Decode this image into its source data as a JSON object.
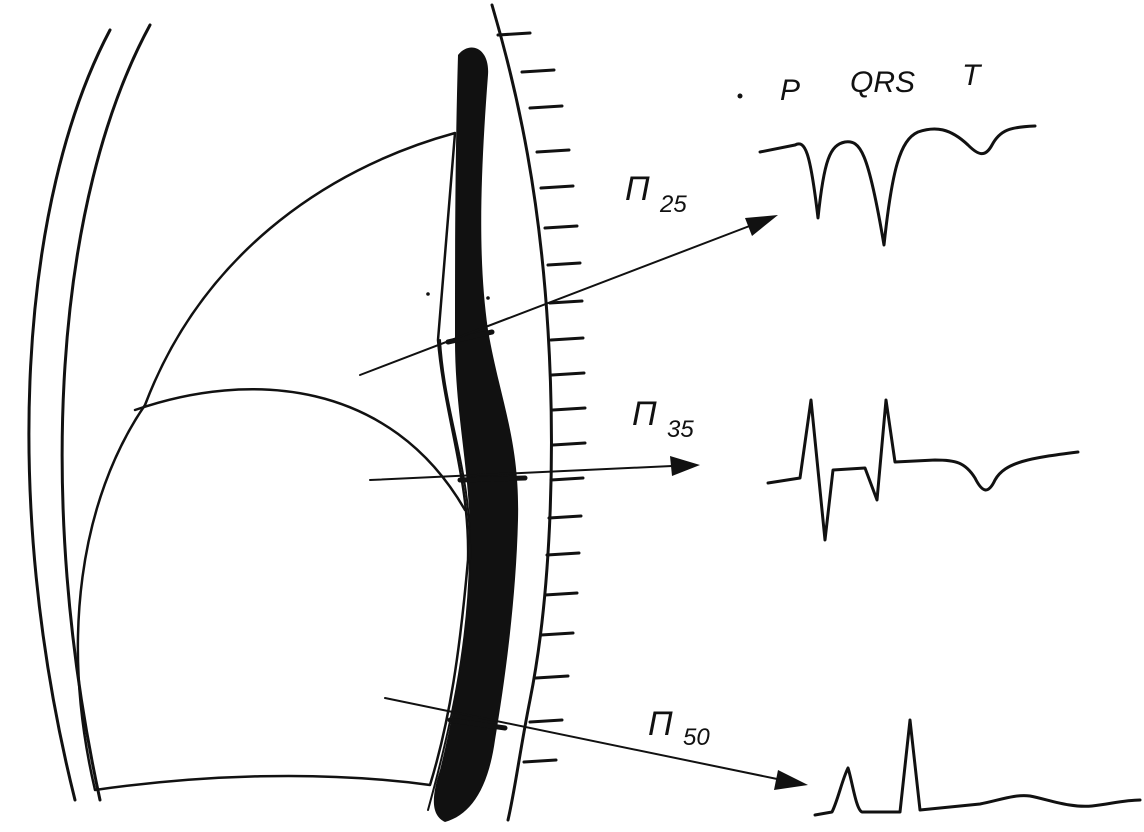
{
  "wave_labels": {
    "p": "P",
    "qrs": "QRS",
    "t": "T"
  },
  "leads": [
    {
      "prefix": "П",
      "sub": "25"
    },
    {
      "prefix": "П",
      "sub": "35"
    },
    {
      "prefix": "П",
      "sub": "50"
    }
  ],
  "colors": {
    "ink": "#111111",
    "background": "#ffffff"
  }
}
